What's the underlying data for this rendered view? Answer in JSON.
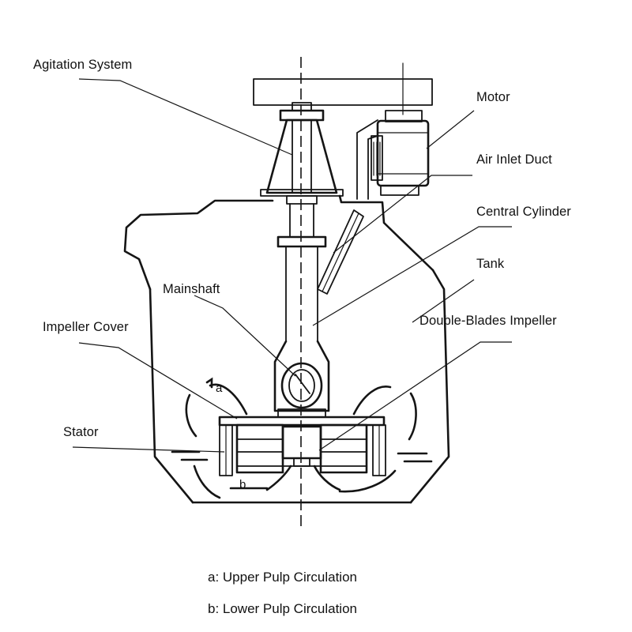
{
  "labels": {
    "agitation_system": "Agitation System",
    "motor": "Motor",
    "air_inlet_duct": "Air Inlet Duct",
    "central_cylinder": "Central Cylinder",
    "tank": "Tank",
    "mainshaft": "Mainshaft",
    "double_blades_impeller": "Double-Blades Impeller",
    "impeller_cover": "Impeller Cover",
    "stator": "Stator"
  },
  "flow_marks": {
    "upper": "a",
    "lower": "b"
  },
  "legend": {
    "upper": "a: Upper Pulp Circulation",
    "lower": "b: Lower Pulp Circulation"
  }
}
